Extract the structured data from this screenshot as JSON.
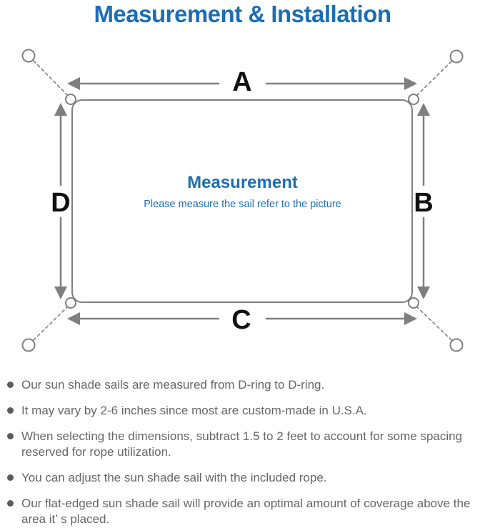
{
  "title": "Measurement & Installation",
  "diagram": {
    "heading": "Measurement",
    "subheading": "Please measure the sail refer to the picture",
    "dimension_labels": {
      "top": "A",
      "right": "B",
      "bottom": "C",
      "left": "D"
    }
  },
  "notes": [
    "Our sun shade sails are measured from D-ring to D-ring.",
    "It may vary by 2-6 inches since most are custom-made in U.S.A.",
    "When selecting the dimensions, subtract 1.5 to 2 feet to account for some spacing reserved for rope utilization.",
    "You can adjust the sun shade sail with the included rope.",
    "Our flat-edged sun shade sail will provide an optimal amount of coverage above the area it’ s placed."
  ],
  "colors": {
    "accent_blue": "#1b6eb5",
    "line_gray": "#7f7f7f",
    "dimension_label_black": "#111111",
    "note_text_gray": "#666666"
  }
}
